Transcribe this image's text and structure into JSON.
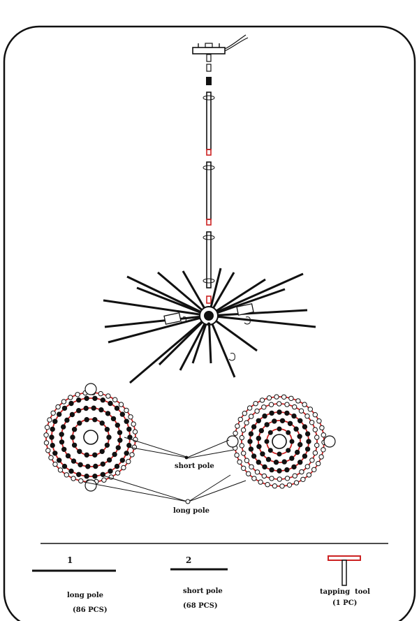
{
  "colors": {
    "ink": "#111111",
    "accent": "#cc2222",
    "paper": "#ffffff"
  },
  "callouts": {
    "short_pole": "short pole",
    "long_pole": "long pole"
  },
  "parts": [
    {
      "number": "1",
      "name": "long pole",
      "qty": "(86 PCS)"
    },
    {
      "number": "2",
      "name": "short pole",
      "qty": "(68 PCS)"
    },
    {
      "name": "tapping  tool",
      "qty": "(1 PC)"
    }
  ],
  "icons": {
    "canopy": "ceiling-canopy-icon",
    "hub": "center-hub-icon",
    "tool": "tapping-tool-icon"
  }
}
